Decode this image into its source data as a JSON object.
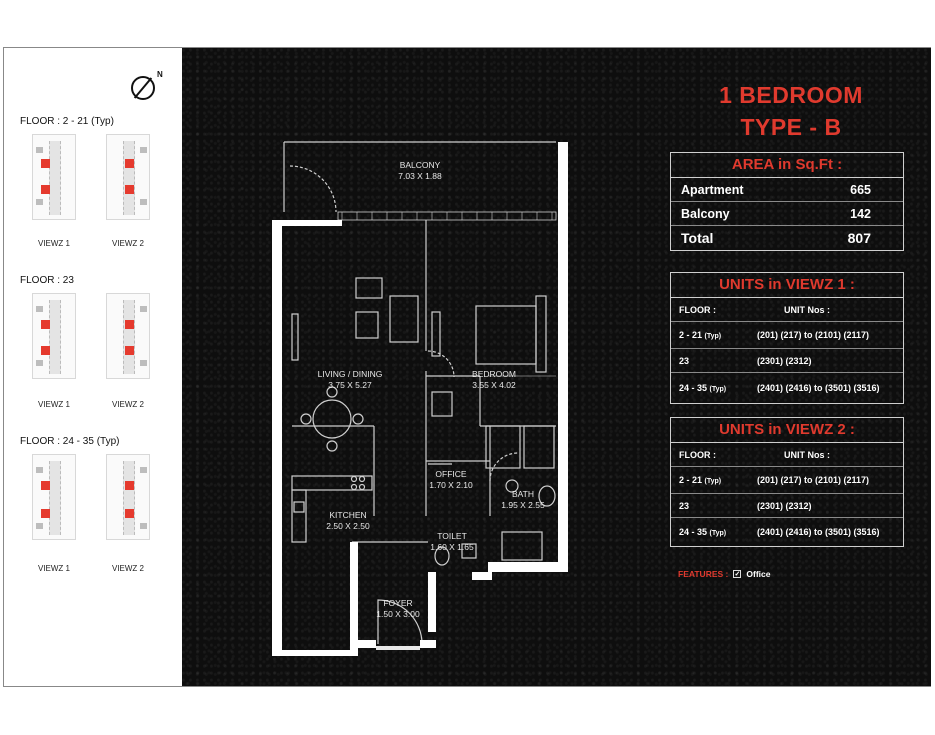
{
  "compass": {
    "north_label": "N"
  },
  "key_plans": [
    {
      "floor_label": "FLOOR : 2 - 21 (Typ)",
      "views": [
        "VIEWZ 1",
        "VIEWZ 2"
      ]
    },
    {
      "floor_label": "FLOOR : 23",
      "views": [
        "VIEWZ 1",
        "VIEWZ 2"
      ]
    },
    {
      "floor_label": "FLOOR : 24 - 35 (Typ)",
      "views": [
        "VIEWZ 1",
        "VIEWZ 2"
      ]
    }
  ],
  "plan": {
    "rooms": [
      {
        "name": "BALCONY",
        "size": "7.03 X 1.88"
      },
      {
        "name": "LIVING / DINING",
        "size": "3.75 X 5.27"
      },
      {
        "name": "BEDROOM",
        "size": "3.55 X 4.02"
      },
      {
        "name": "OFFICE",
        "size": "1.70 X 2.10"
      },
      {
        "name": "BATH",
        "size": "1.95 X 2.55"
      },
      {
        "name": "KITCHEN",
        "size": "2.50 X 2.50"
      },
      {
        "name": "TOILET",
        "size": "1.60 X 1.65"
      },
      {
        "name": "FOYER",
        "size": "1.50 X 3.00"
      }
    ]
  },
  "title": {
    "line1": "1 BEDROOM",
    "line2": "TYPE - B"
  },
  "area": {
    "heading": "AREA in Sq.Ft :",
    "rows": [
      {
        "label": "Apartment",
        "value": "665"
      },
      {
        "label": "Balcony",
        "value": "142"
      },
      {
        "label": "Total",
        "value": "807"
      }
    ]
  },
  "units_viewz1": {
    "heading": "UNITS in VIEWZ 1 :",
    "header": {
      "floor": "FLOOR :",
      "units": "UNIT Nos :"
    },
    "rows": [
      {
        "floor": "2 - 21",
        "floor_note": "(Typ)",
        "units": "(201) (217) to (2101) (2117)"
      },
      {
        "floor": "23",
        "floor_note": "",
        "units": "(2301) (2312)"
      },
      {
        "floor": "24 - 35",
        "floor_note": "(Typ)",
        "units": "(2401) (2416) to (3501) (3516)"
      }
    ]
  },
  "units_viewz2": {
    "heading": "UNITS in VIEWZ 2 :",
    "header": {
      "floor": "FLOOR :",
      "units": "UNIT Nos :"
    },
    "rows": [
      {
        "floor": "2 - 21",
        "floor_note": "(Typ)",
        "units": "(201) (217) to (2101) (2117)"
      },
      {
        "floor": "23",
        "floor_note": "",
        "units": "(2301) (2312)"
      },
      {
        "floor": "24 - 35",
        "floor_note": "(Typ)",
        "units": "(2401) (2416) to (3501) (3516)"
      }
    ]
  },
  "features": {
    "label": "FEATURES :",
    "item": "Office",
    "checked": true
  },
  "colors": {
    "accent_red": "#e03a2e",
    "panel_black": "#0e0e0e",
    "wall_white": "#ffffff"
  }
}
